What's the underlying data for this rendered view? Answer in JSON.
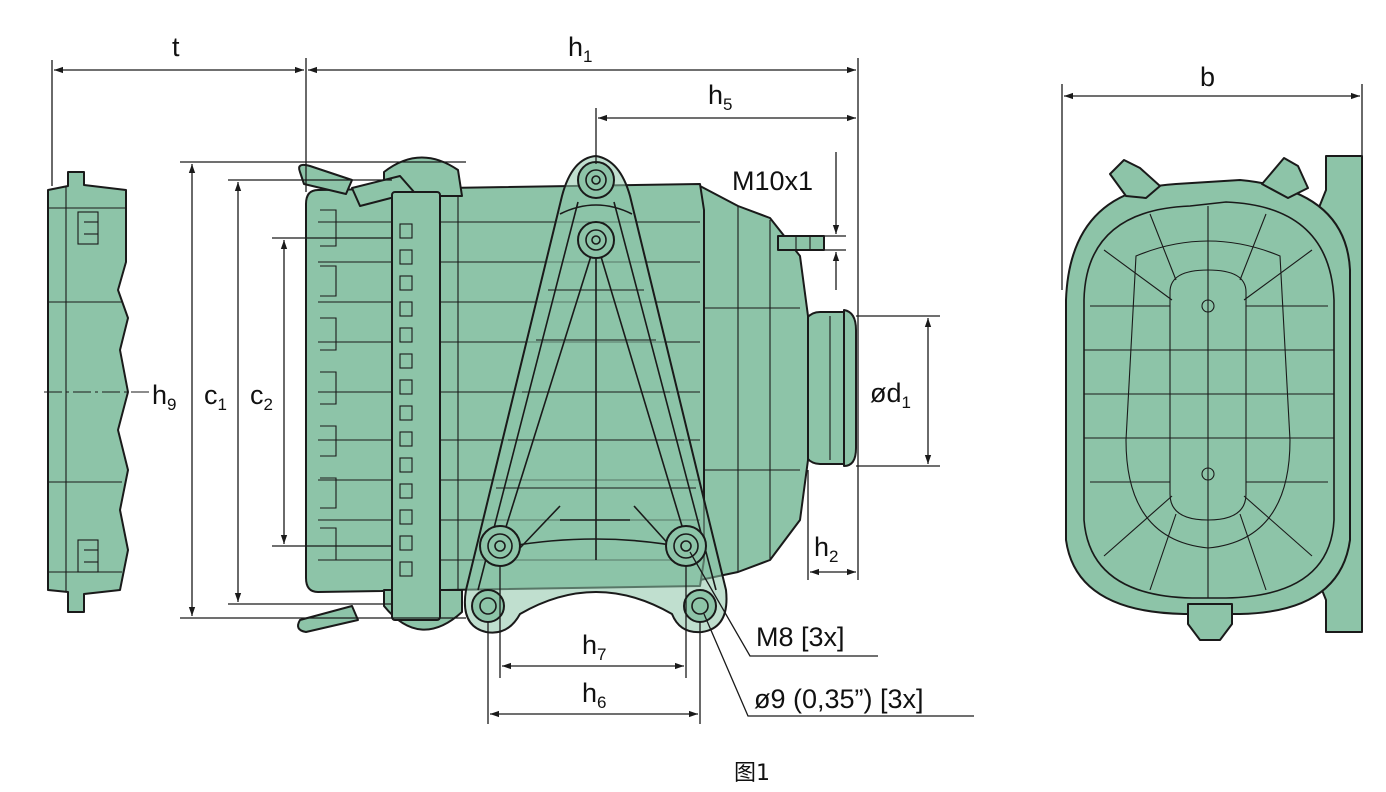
{
  "colors": {
    "housing": "#8dc4a8",
    "outline": "#1a1a1a",
    "background": "#ffffff"
  },
  "labels": {
    "t": "t",
    "h1": {
      "base": "h",
      "sub": "1"
    },
    "h5": {
      "base": "h",
      "sub": "5"
    },
    "b": "b",
    "m10": "M10x1",
    "h9": {
      "base": "h",
      "sub": "9"
    },
    "c1": {
      "base": "c",
      "sub": "1"
    },
    "c2": {
      "base": "c",
      "sub": "2"
    },
    "d1": {
      "base": "ød",
      "sub": "1"
    },
    "h2": {
      "base": "h",
      "sub": "2"
    },
    "m8": "M8 [3x]",
    "h7": {
      "base": "h",
      "sub": "7"
    },
    "h6": {
      "base": "h",
      "sub": "6"
    },
    "hole": "ø9 (0,35”) [3x]"
  },
  "caption": "图1"
}
